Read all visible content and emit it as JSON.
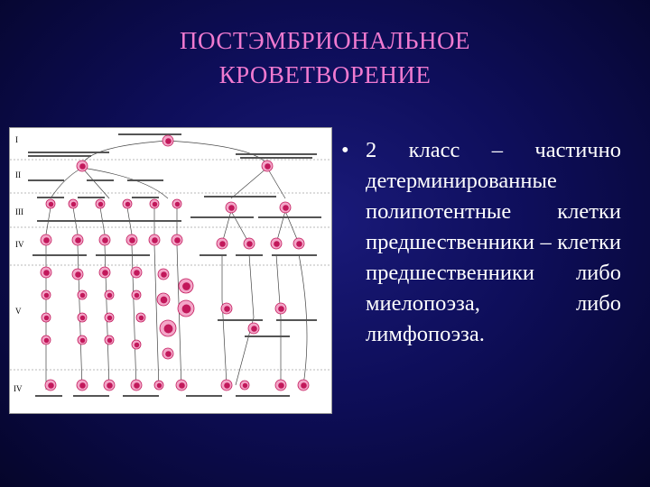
{
  "slide": {
    "title_line1": "ПОСТЭМБРИОНАЛЬНОЕ",
    "title_line2": "КРОВЕТВОРЕНИЕ",
    "bullet_marker": "•",
    "bullet_text": "2 класс – частично детерминированные полипотентные клетки предшественники – клетки предшественники либо миелопоэза, либо лимфопоэза."
  },
  "diagram": {
    "class_labels": [
      "I",
      "II",
      "III",
      "IV",
      "V",
      "IV"
    ],
    "cell_color": "#c2185b",
    "cell_light": "#f3a6c8"
  }
}
